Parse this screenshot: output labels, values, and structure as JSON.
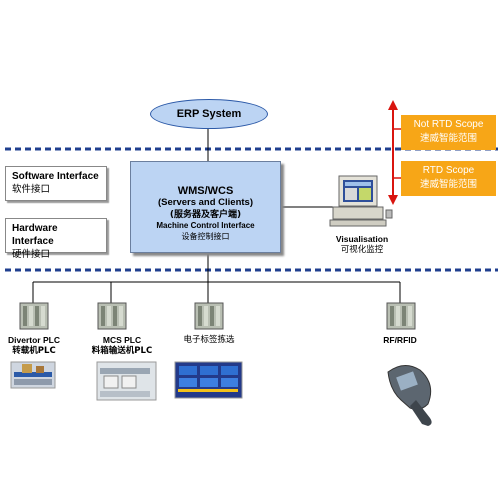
{
  "erp": {
    "label": "ERP System"
  },
  "scope_not": {
    "en": "Not RTD Scope",
    "zh": "速威智能范围"
  },
  "scope_rtd": {
    "en": "RTD  Scope",
    "zh": "速威智能范围"
  },
  "software_interface": {
    "en": "Software Interface",
    "zh": "软件接口"
  },
  "hardware_interface": {
    "en": "Hardware Interface",
    "zh": "硬件接口"
  },
  "wms": {
    "title": "WMS/WCS",
    "subtitle": "(Servers and Clients)",
    "subtitle_zh": "(服务器及客户端)",
    "mci": "Machine Control Interface",
    "mci_zh": "设备控制接口"
  },
  "visualisation": {
    "en": "Visualisation",
    "zh": "可视化监控"
  },
  "devices": {
    "diverter": {
      "en": "Divertor PLC",
      "zh": "转载机PLC"
    },
    "mcs": {
      "en": "MCS PLC",
      "zh": "料箱输送机PLC"
    },
    "picking": {
      "zh": "电子标签拣选"
    },
    "rfid": {
      "en": "RF/RFID"
    }
  },
  "colors": {
    "dash_line": "#1f3f8f",
    "arrow": "#d9150f",
    "scope_bg": "#f7a617",
    "box_fill": "#bcd4f3"
  }
}
